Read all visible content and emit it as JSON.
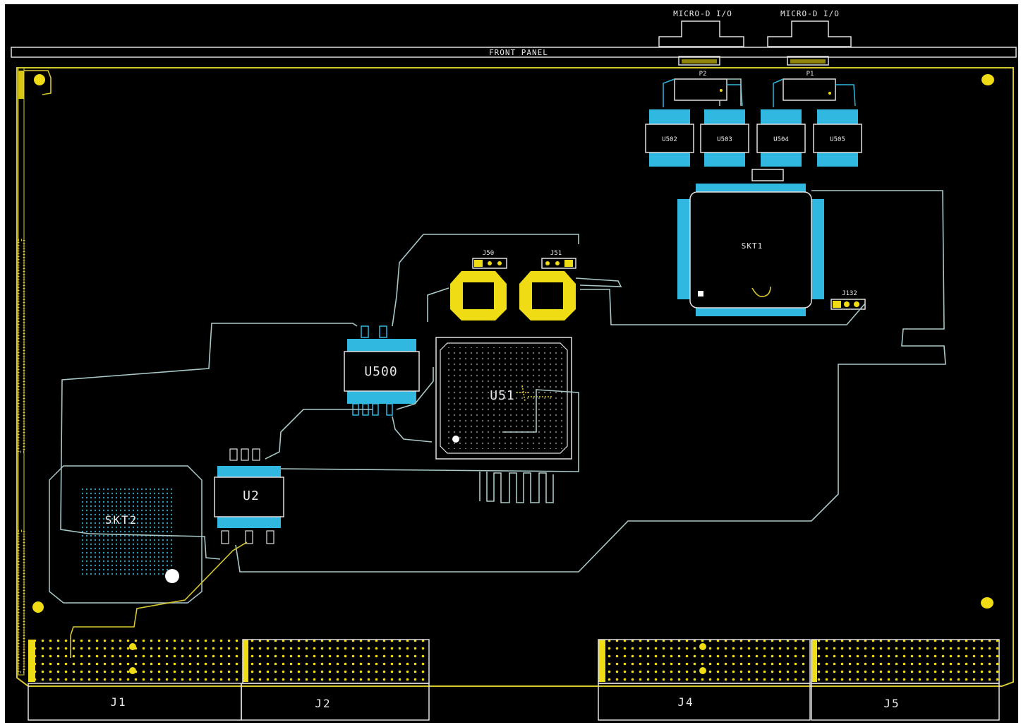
{
  "labels": {
    "front_panel": "FRONT PANEL",
    "micro_d_left": "MICRO-D I/O",
    "micro_d_right": "MICRO-D I/O",
    "p2": "P2",
    "p1": "P1",
    "u502": "U502",
    "u503": "U503",
    "u504": "U504",
    "u505": "U505",
    "skt1": "SKT1",
    "j132": "J132",
    "j50": "J50",
    "j51": "J51",
    "u500": "U500",
    "u51": "U51",
    "u2": "U2",
    "skt2": "SKT2",
    "j1": "J1",
    "j2": "J2",
    "j4": "J4",
    "j5": "J5"
  },
  "colors": {
    "background": "#000000",
    "trace": "#a8c8c8",
    "copper_pad": "#f0dc14",
    "smd_pad": "#30b8e0",
    "silkscreen": "#e0e0e0"
  }
}
